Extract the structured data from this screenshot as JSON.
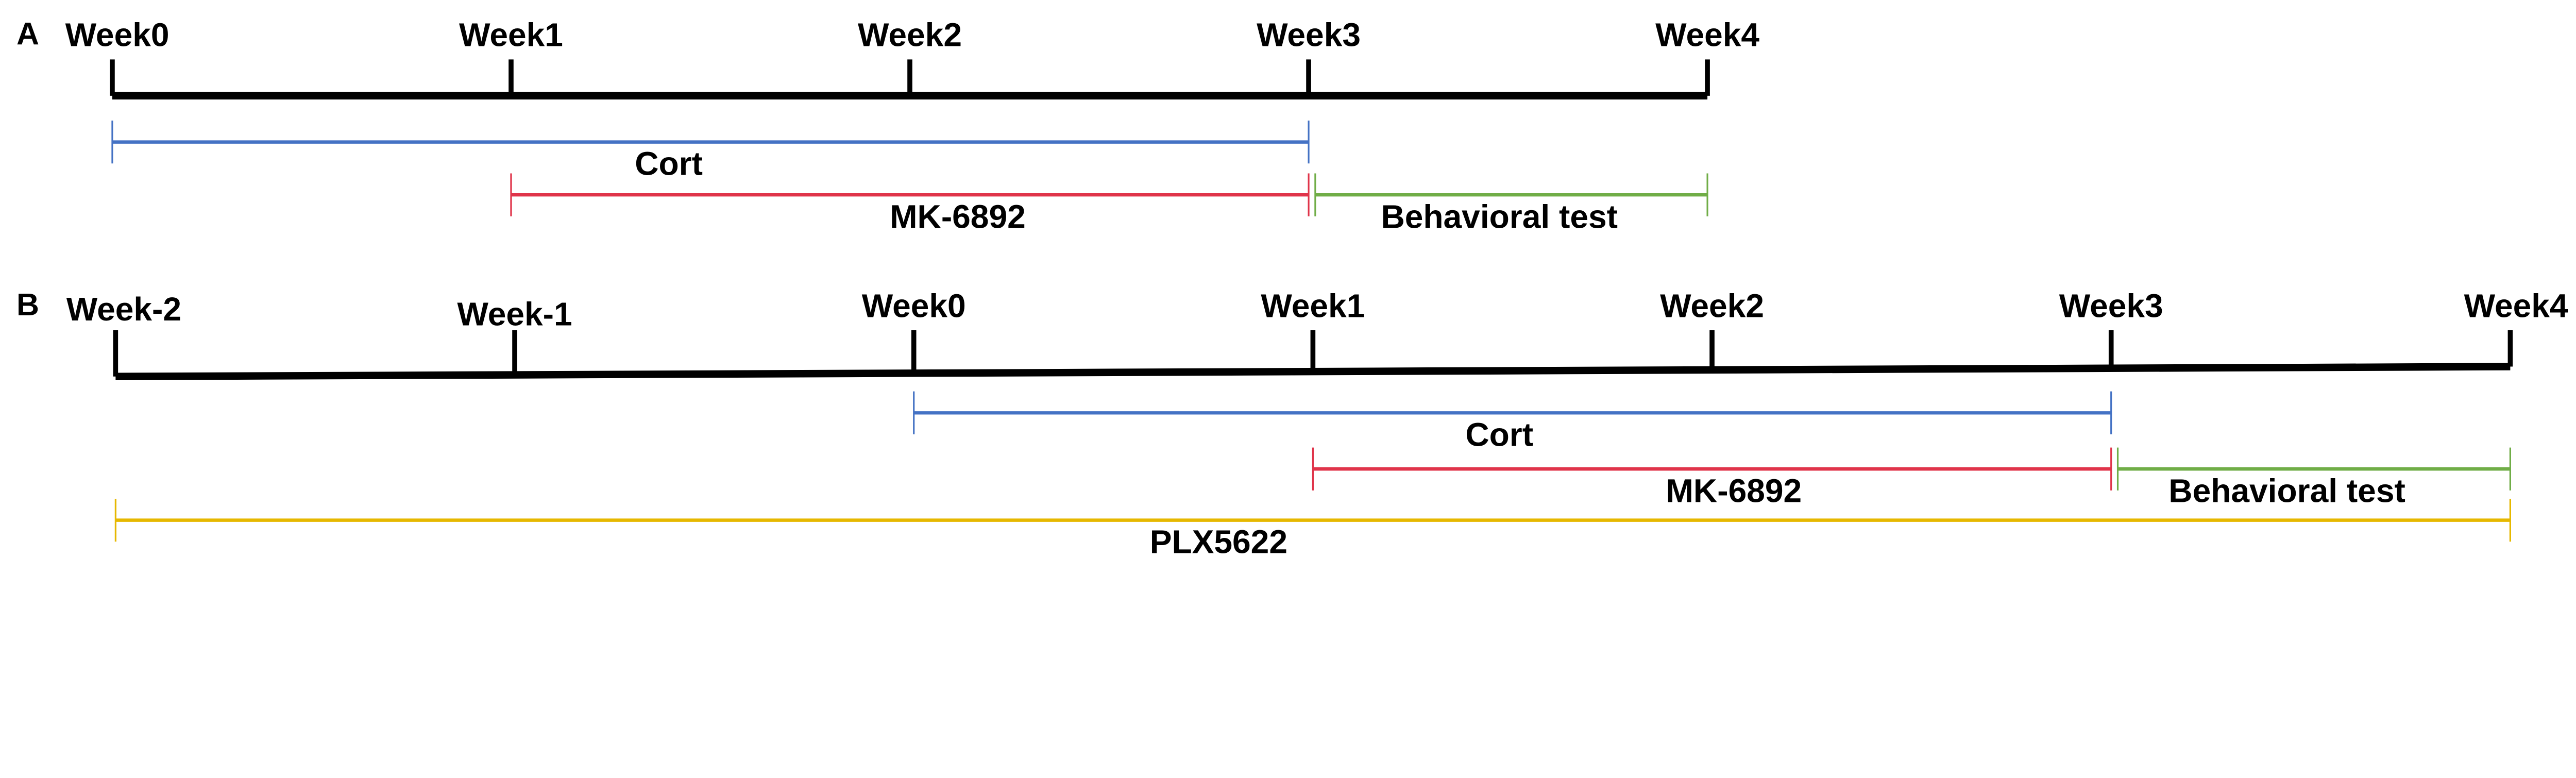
{
  "panels": [
    {
      "label": "A",
      "weeks": [
        "Week0",
        "Week1",
        "Week2",
        "Week3",
        "Week4"
      ],
      "bars": [
        {
          "label": "Cort",
          "start": "Week0",
          "end": "Week3",
          "color": "#4472C4"
        },
        {
          "label": "MK-6892",
          "start": "Week1",
          "end": "Week3",
          "color": "#E0344A"
        },
        {
          "label": "Behavioral test",
          "start": "Week3",
          "end": "Week4",
          "color": "#70AD47"
        }
      ]
    },
    {
      "label": "B",
      "weeks": [
        "Week-2",
        "Week-1",
        "Week0",
        "Week1",
        "Week2",
        "Week3",
        "Week4"
      ],
      "bars": [
        {
          "label": "Cort",
          "start": "Week0",
          "end": "Week3",
          "color": "#4472C4"
        },
        {
          "label": "MK-6892",
          "start": "Week1",
          "end": "Week3",
          "color": "#E0344A"
        },
        {
          "label": "Behavioral test",
          "start": "Week3",
          "end": "Week4",
          "color": "#70AD47"
        },
        {
          "label": "PLX5622",
          "start": "Week-2",
          "end": "Week4",
          "color": "#E6B800"
        }
      ]
    }
  ]
}
